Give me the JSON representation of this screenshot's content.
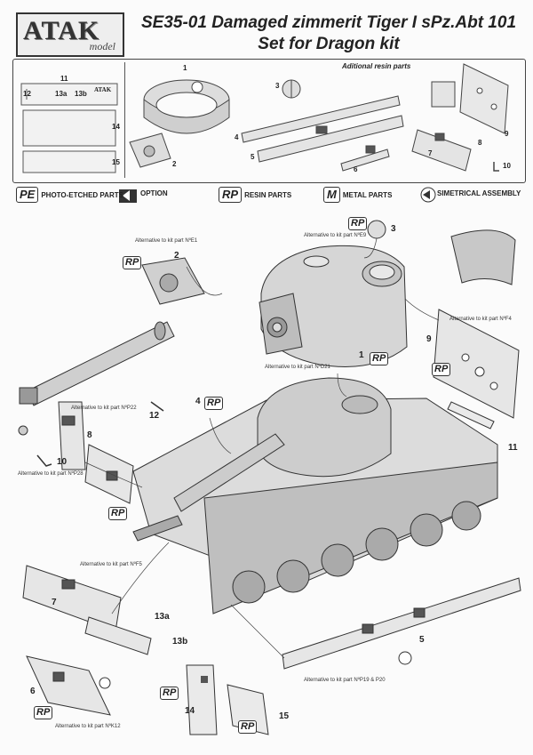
{
  "header": {
    "logo_main": "ATAK",
    "logo_sub": "model",
    "title_line1": "SE35-01 Damaged zimmerit Tiger I  sPz.Abt 101",
    "title_line2": "Set for Dragon kit"
  },
  "top_panel": {
    "additional_label": "Aditional resin parts",
    "left_labels": [
      "11",
      "12",
      "13a",
      "13b",
      "14",
      "15"
    ],
    "left_logo_text": "ATAK",
    "part_numbers": [
      "1",
      "2",
      "3",
      "4",
      "5",
      "6",
      "7",
      "8",
      "9",
      "10"
    ]
  },
  "legend": {
    "pe_badge": "PE",
    "pe_text": "PHOTO-ETCHED PARTS",
    "option_text": "OPTION",
    "rp_badge": "RP",
    "rp_text": "RESIN PARTS",
    "m_badge": "M",
    "m_text": "METAL PARTS",
    "sym_text": "SIMETRICAL ASSEMBLY"
  },
  "callouts": {
    "e1": "Alternative to kit part NºE1",
    "e9": "Alternative to kit part NºE9",
    "f4": "Alternative to kit part NºF4",
    "d21": "Alternative to kit part NºD21",
    "p22": "Alternative to kit part NºP22",
    "p28": "Alternative to kit part NºP28",
    "f5": "Alternative to kit part NºF5",
    "p19": "Alternative to kit part NºP19 & P20",
    "k12": "Alternative to kit part NºK12"
  },
  "badges": {
    "rp": "RP"
  },
  "main_numbers": {
    "n1": "1",
    "n2": "2",
    "n3": "3",
    "n4": "4",
    "n5": "5",
    "n6": "6",
    "n7": "7",
    "n8": "8",
    "n9": "9",
    "n10": "10",
    "n11": "11",
    "n12": "12",
    "n13a": "13a",
    "n13b": "13b",
    "n14": "14",
    "n15": "15"
  }
}
